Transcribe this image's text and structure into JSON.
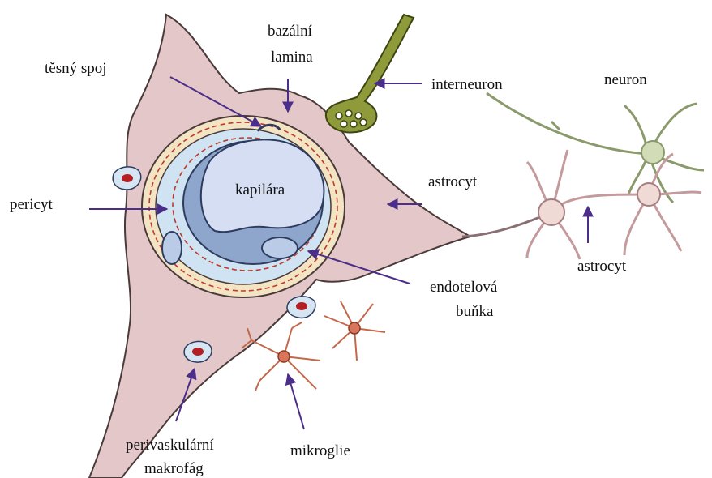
{
  "labels": {
    "tight_junction": "těsný spoj",
    "basal_lamina_1": "bazální",
    "basal_lamina_2": "lamina",
    "interneuron": "interneuron",
    "neuron": "neuron",
    "capillary": "kapilára",
    "astrocyte_1": "astrocyt",
    "pericyte": "pericyt",
    "astrocyte_2": "astrocyt",
    "endothelial_1": "endotelová",
    "endothelial_2": "buňka",
    "perivascular_1": "perivaskulární",
    "perivascular_2": "makrofág",
    "microglia": "mikroglie"
  },
  "colors": {
    "astrocyte_fill": "#e4c7c8",
    "basal_lamina": "#f3e4c4",
    "pericyte": "#cfe3f2",
    "endothelium": "#8ea6cc",
    "lumen": "#d6def3",
    "neuron": "#d2dcb6",
    "interneuron": "#8f9a3a",
    "microglia": "#c4684a",
    "macrophage_nucleus": "#b51e23",
    "arrow": "#4b2d8a"
  }
}
